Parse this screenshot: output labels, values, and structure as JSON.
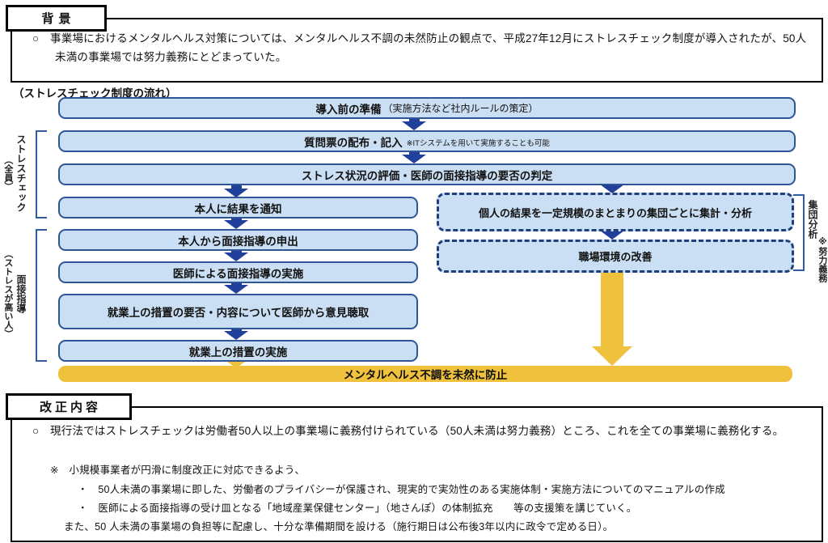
{
  "colors": {
    "box_fill": "#CBDFF4",
    "box_border": "#2F5597",
    "arrow_blue": "#20409A",
    "accent_yellow": "#F0C13D",
    "bracket_blue": "#2E5DA6"
  },
  "background_section": {
    "title": "背景",
    "bullet": "○　事業場におけるメンタルヘルス対策については、メンタルヘルス不調の未然防止の観点で、平成27年12月にストレスチェック制度が導入されたが、50人未満の事業場では努力義務にとどまっていた。"
  },
  "flow": {
    "title": "（ストレスチェック制度の流れ）",
    "boxes": [
      {
        "main": "導入前の準備",
        "sub": "（実施方法など社内ルールの策定）"
      },
      {
        "main": "質問票の配布・記入",
        "sub": "※ITシステムを用いて実施することも可能"
      },
      {
        "main": "ストレス状況の評価・医師の面接指導の要否の判定"
      },
      {
        "main": "本人に結果を通知"
      },
      {
        "main": "本人から面接指導の申出"
      },
      {
        "main": "医師による面接指導の実施"
      },
      {
        "main": "就業上の措置の要否・内容について医師から意見聴取"
      },
      {
        "main": "就業上の措置の実施"
      }
    ],
    "dashed_boxes": [
      {
        "main": "個人の結果を一定規模のまとまりの集団ごとに集計・分析"
      },
      {
        "main": "職場環境の改善"
      }
    ],
    "label_stress_check": "ストレスチェック",
    "label_stress_check_sub": "（全員）",
    "label_interview": "面接指導",
    "label_interview_sub": "（ストレスが高い人）",
    "label_group_analysis": "集団分析",
    "label_group_analysis_sub": "※努力義務",
    "goal": "メンタルヘルス不調を未然に防止"
  },
  "revision_section": {
    "title": "改正内容",
    "bullet": "○　現行法ではストレスチェックは労働者50人以上の事業場に義務付けられている（50人未満は努力義務）ところ、これを全ての事業場に義務化する。",
    "note_header": "※　小規模事業者が円滑に制度改正に対応できるよう、",
    "note_items": [
      "・　50人未満の事業場に即した、労働者のプライバシーが保護され、現実的で実効性のある実施体制・実施方法についてのマニュアルの作成",
      "・　医師による面接指導の受け皿となる「地域産業保健センター」（地さんぽ）の体制拡充　　等の支援策を講じていく。"
    ],
    "note_footer": "また、50 人未満の事業場の負担等に配慮し、十分な準備期間を設ける（施行期日は公布後3年以内に政令で定める日）。"
  }
}
